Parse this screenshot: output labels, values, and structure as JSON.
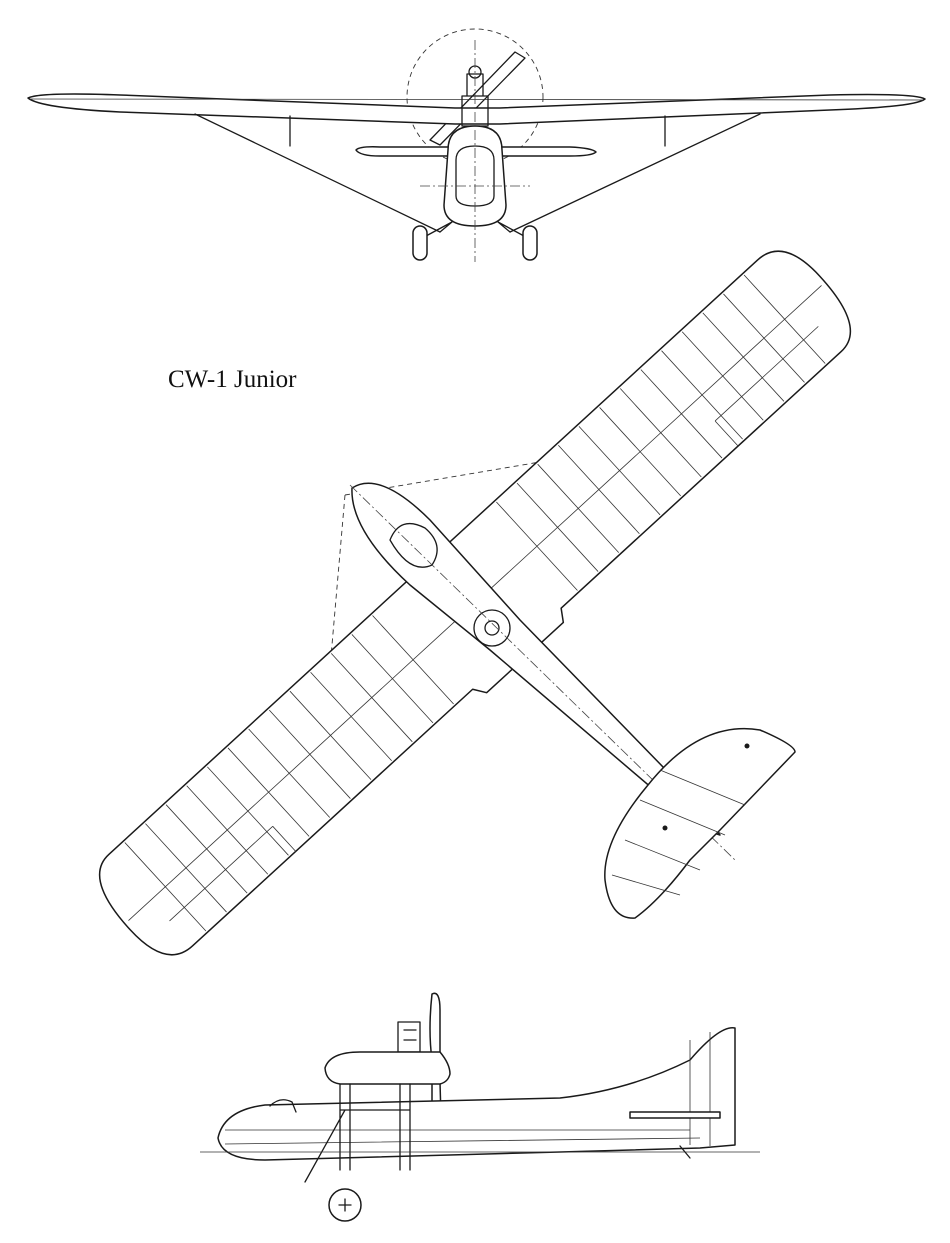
{
  "title": "CW-1 Junior",
  "views": [
    "front-view",
    "top-view",
    "side-view"
  ],
  "colors": {
    "ink": "#1a1a1a",
    "paper": "#ffffff"
  }
}
